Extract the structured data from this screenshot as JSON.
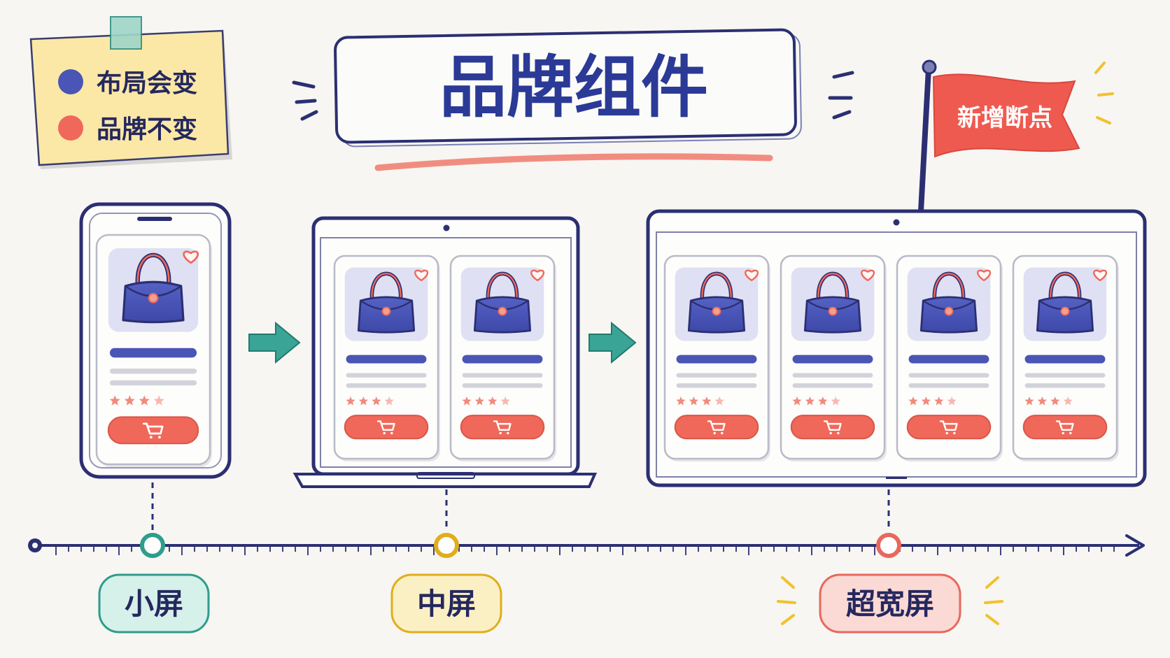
{
  "title": "品牌组件",
  "legend": {
    "items": [
      {
        "label": "布局会变",
        "color": "#4a55b5"
      },
      {
        "label": "品牌不变",
        "color": "#f0685a"
      }
    ]
  },
  "flag": {
    "label": "新增断点",
    "color": "#ef5a50"
  },
  "breakpoints": [
    {
      "label": "小屏",
      "color": "#2f9c8c",
      "fill": "#d6f0ea"
    },
    {
      "label": "中屏",
      "color": "#e0ad1c",
      "fill": "#fbf0c4"
    },
    {
      "label": "超宽屏",
      "color": "#e8685c",
      "fill": "#fbd9d4"
    }
  ],
  "devices": [
    {
      "type": "phone",
      "cards": 1
    },
    {
      "type": "laptop",
      "cards": 2
    },
    {
      "type": "monitor",
      "cards": 4
    }
  ],
  "card": {
    "stars": 4,
    "icons": [
      "heart-icon",
      "handbag-icon",
      "cart-icon",
      "star-icon"
    ]
  },
  "colors": {
    "navy": "#2b2f72",
    "brand": "#4a55b5",
    "accent": "#f0685a",
    "teal": "#3aa597"
  }
}
